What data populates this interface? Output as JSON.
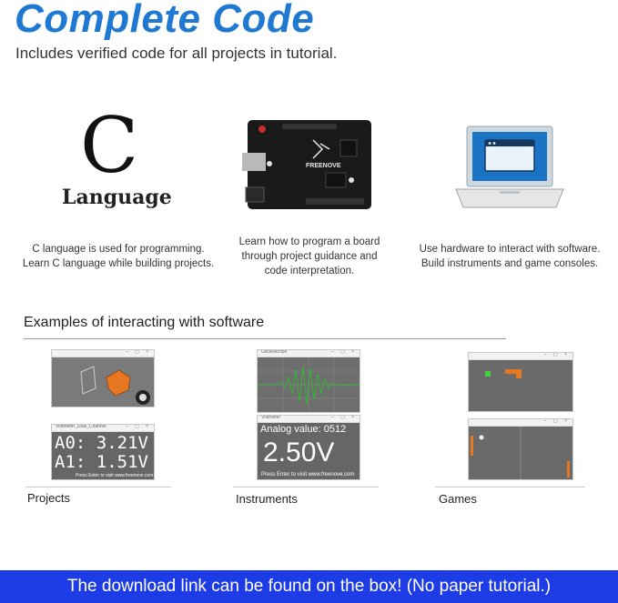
{
  "header": {
    "title": "Complete Code",
    "subtitle": "Includes verified code for all projects in tutorial."
  },
  "features": [
    {
      "logo_letter": "C",
      "logo_word": "Language",
      "lines": [
        "C language is used for programming.",
        "Learn C language while building projects."
      ]
    },
    {
      "board_label": "FREENOVE",
      "lines": [
        "Learn how to program a board",
        "through project guidance and",
        "code interpretation."
      ]
    },
    {
      "lines": [
        "Use hardware to interact with software.",
        "Build instruments and game consoles."
      ]
    }
  ],
  "examples": {
    "heading": "Examples of interacting with software",
    "projects": {
      "label": "Projects",
      "voltmeter_title": "Voltmeter_Dual_Channel",
      "a0": "A0: 3.21V",
      "a1": "A1: 1.51V",
      "footer": "Press Enter to visit www.freenove.com"
    },
    "instruments": {
      "label": "Instruments",
      "osc_title": "Oscilloscope",
      "meter_title": "Voltmeter",
      "analog": "Analog value: 0512",
      "volts": "2.50V",
      "footer": "Press Enter to visit www.freenove.com"
    },
    "games": {
      "label": "Games"
    }
  },
  "banner": {
    "text": "The download link can be found on the box! (No paper tutorial.)"
  },
  "colors": {
    "title": "#1f78d1",
    "banner": "#1d3ce6",
    "pane": "#666666",
    "board": "#1a1a1a",
    "cube": "#e87722",
    "wave": "#21c821",
    "snake_head": "#3fcf3f"
  }
}
